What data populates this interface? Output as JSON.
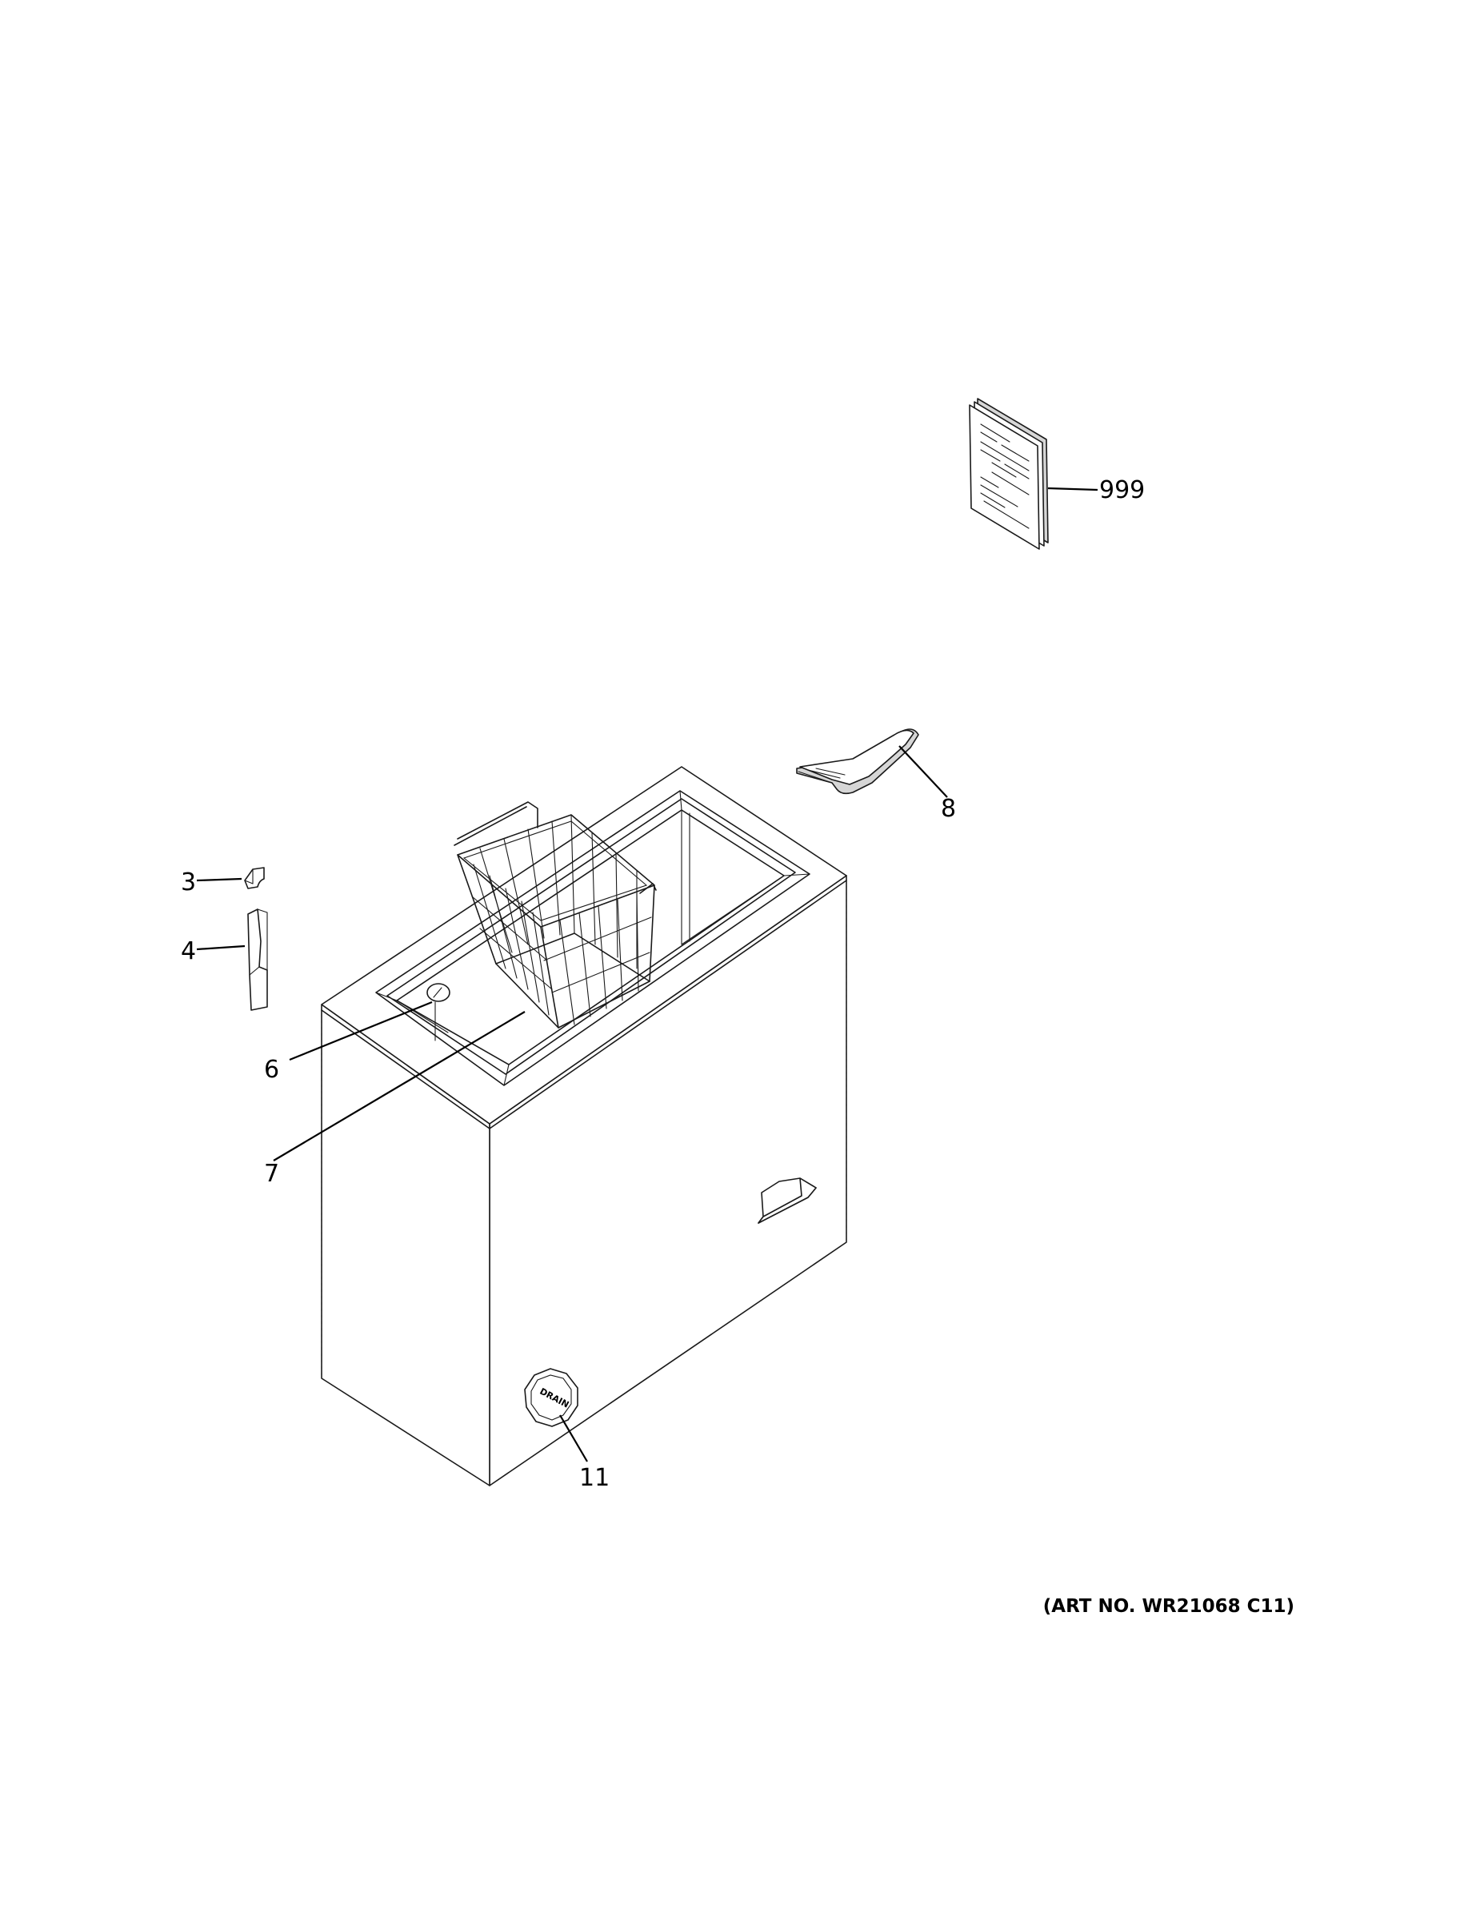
{
  "callouts": {
    "manual": "999",
    "scraper": "8",
    "hinge_cover": "3",
    "hinge": "4",
    "thermostat_knob": "6",
    "basket": "7",
    "drain_plug": "11"
  },
  "drain_plug_text": "DRAIN",
  "art_number": "(ART NO. WR21068 C11)"
}
